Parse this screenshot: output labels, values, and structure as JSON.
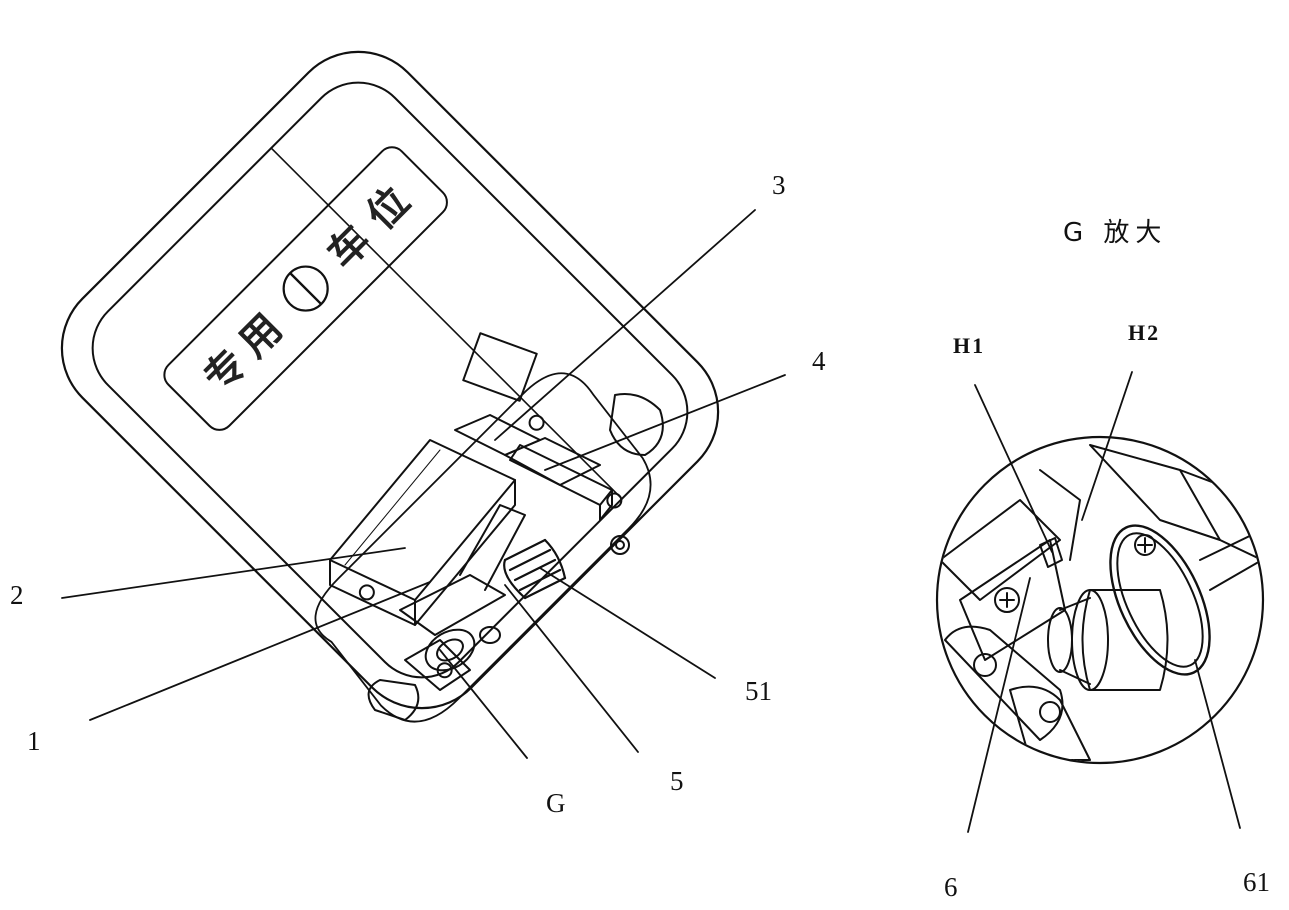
{
  "figure": {
    "title": "G 放大",
    "plate_text": [
      "专",
      "用",
      "车",
      "位"
    ],
    "labels": {
      "n1": "1",
      "n2": "2",
      "n3": "3",
      "n4": "4",
      "n5": "5",
      "n51": "51",
      "g": "G",
      "h1": "H1",
      "h2": "H2",
      "n6": "6",
      "n61": "61"
    }
  }
}
